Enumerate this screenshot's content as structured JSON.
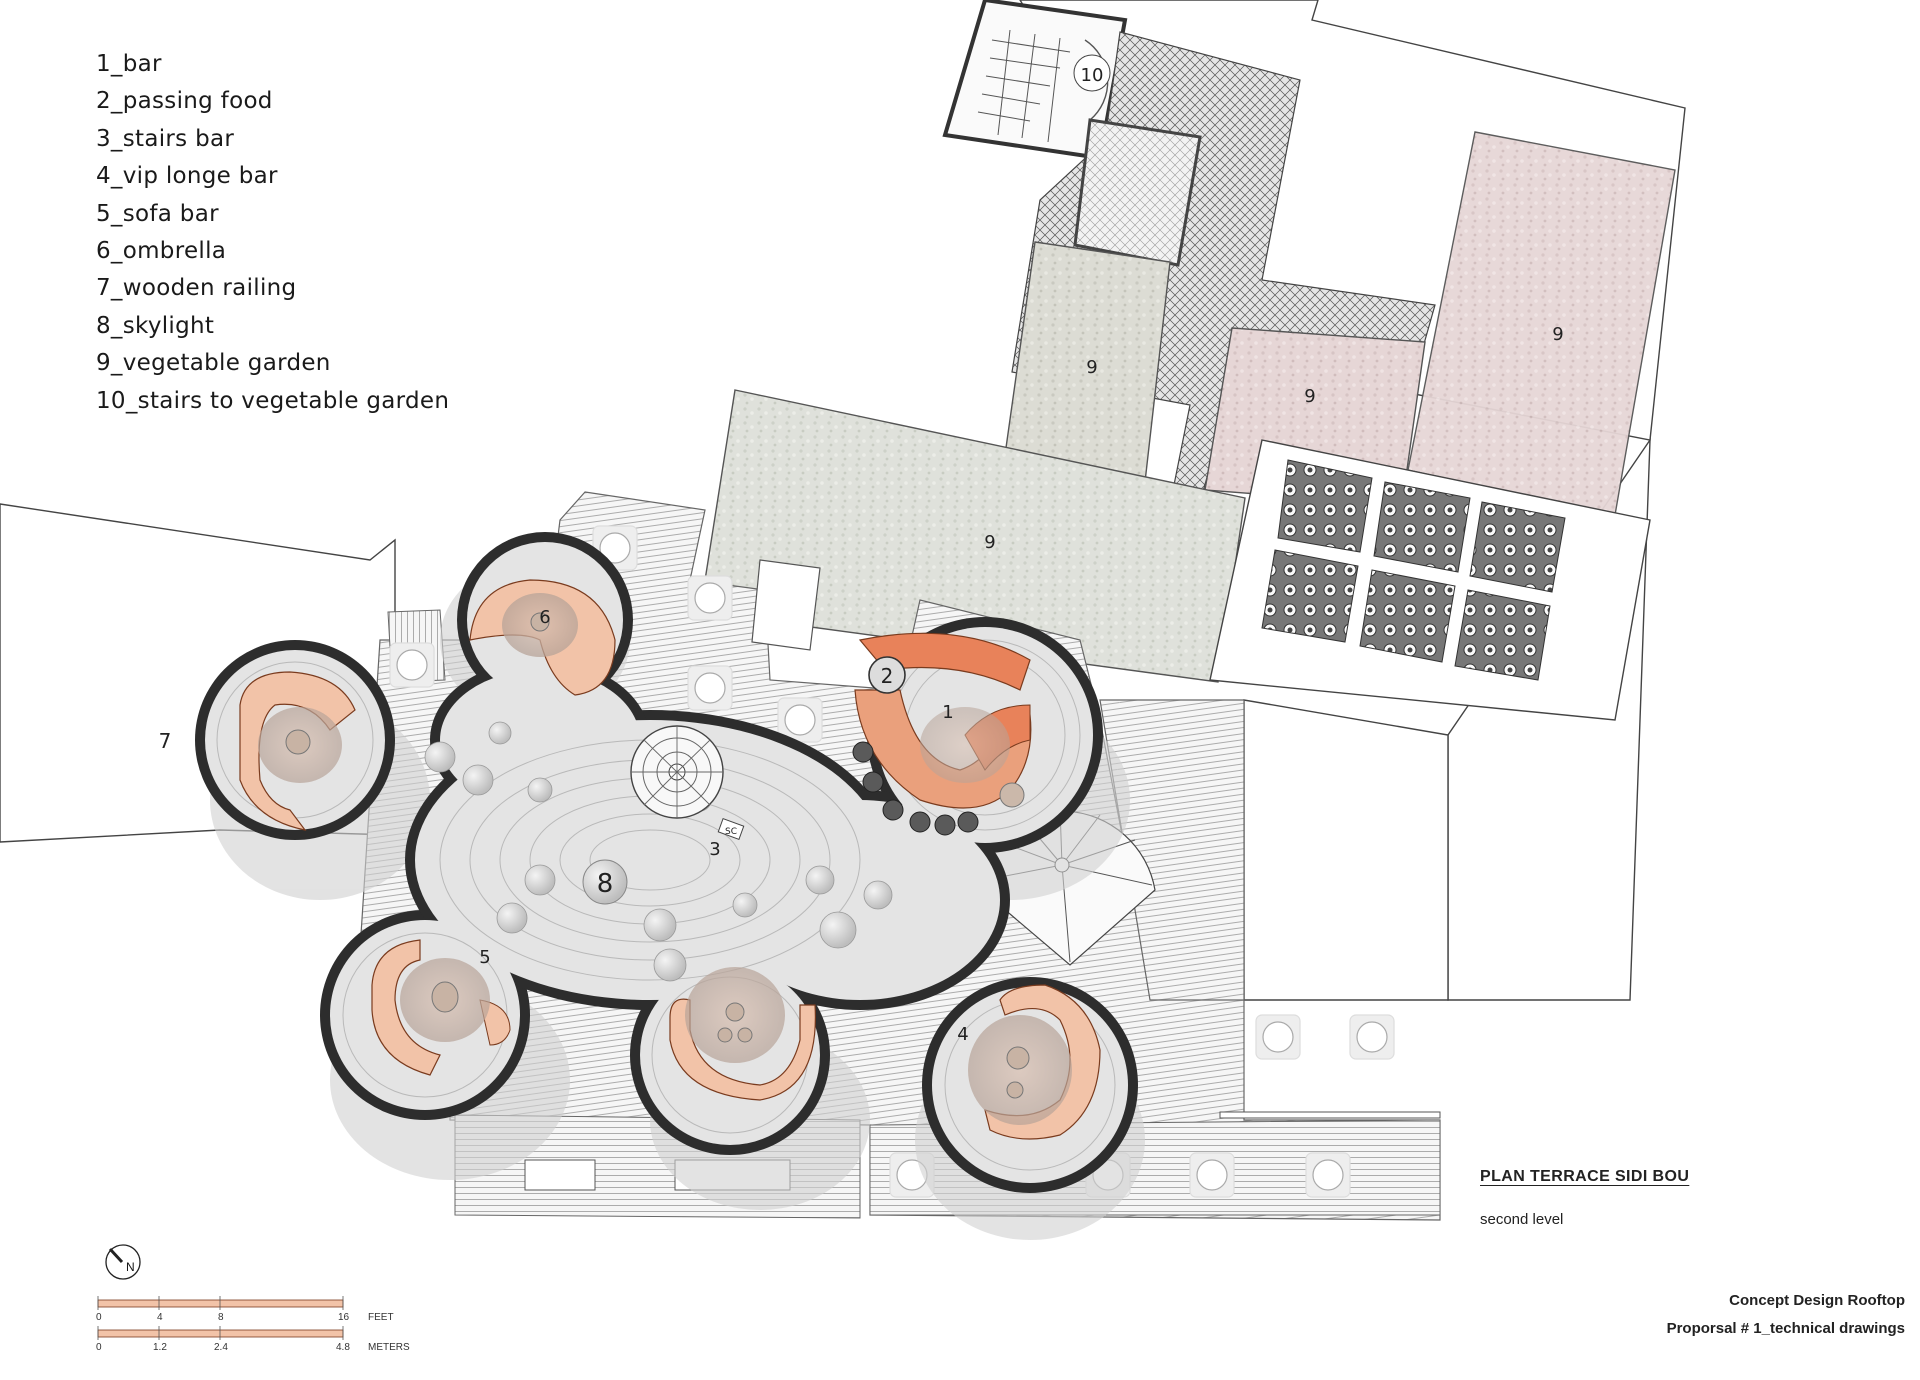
{
  "legend": [
    "1_bar",
    "2_passing food",
    "3_stairs bar",
    "4_vip longe bar",
    "5_sofa bar",
    "6_ombrella",
    "7_wooden railing",
    "8_skylight",
    "9_vegetable garden",
    "10_stairs to vegetable garden"
  ],
  "plan_labels": {
    "bar": "1",
    "passing_food": "2",
    "stairs_bar": "3",
    "vip_lounge": "4",
    "sofa_bar": "5",
    "ombrella": "6",
    "wooden_railing": "7",
    "skylight": "8",
    "vegetable_garden": "9",
    "stairs_garden": "10",
    "stair_mark": "SC"
  },
  "title": "PLAN TERRACE SIDI BOU",
  "subtitle": "second level",
  "compass": "N",
  "scale": {
    "feet_label": "FEET",
    "meters_label": "METERS",
    "feet_ticks": [
      "0",
      "4",
      "8",
      "16"
    ],
    "meter_ticks": [
      "0",
      "1.2",
      "2.4",
      "4.8"
    ]
  },
  "footer": {
    "line1": "Concept Design Rooftop",
    "line2": "Proporsal # 1_technical drawings"
  },
  "colors": {
    "accent": "#e8825a",
    "seat": "#f2c3a8",
    "garden_green": "#dcdcd5",
    "garden_pink": "#ead9d9",
    "deck": "#f4f4f4"
  }
}
